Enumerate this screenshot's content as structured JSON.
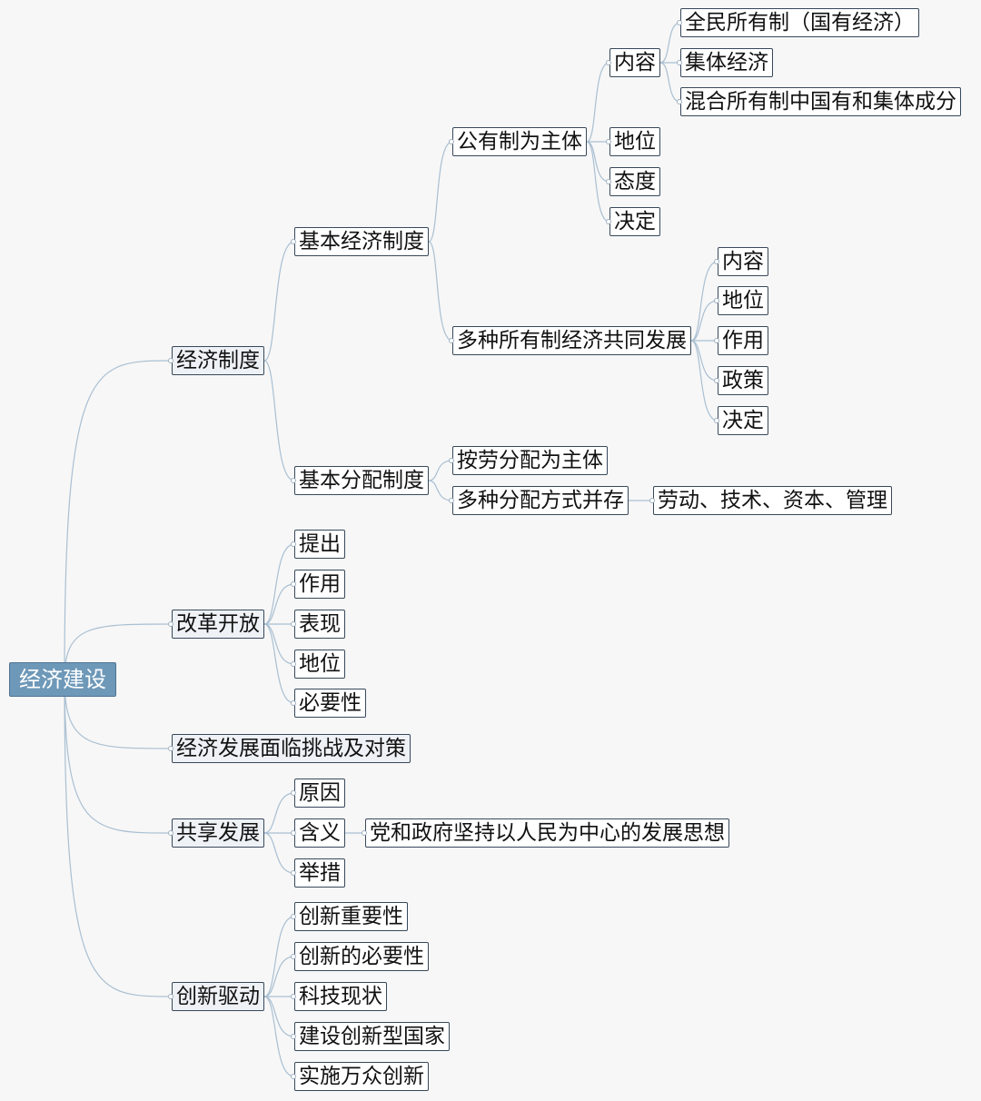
{
  "mindmap": {
    "root": {
      "label": "经济建设",
      "children": [
        {
          "label": "经济制度",
          "children": [
            {
              "label": "基本经济制度",
              "children": [
                {
                  "label": "公有制为主体",
                  "children": [
                    {
                      "label": "内容",
                      "children": [
                        {
                          "label": "全民所有制（国有经济）"
                        },
                        {
                          "label": "集体经济"
                        },
                        {
                          "label": "混合所有制中国有和集体成分"
                        }
                      ]
                    },
                    {
                      "label": "地位"
                    },
                    {
                      "label": "态度"
                    },
                    {
                      "label": "决定"
                    }
                  ]
                },
                {
                  "label": "多种所有制经济共同发展",
                  "children": [
                    {
                      "label": "内容"
                    },
                    {
                      "label": "地位"
                    },
                    {
                      "label": "作用"
                    },
                    {
                      "label": "政策"
                    },
                    {
                      "label": "决定"
                    }
                  ]
                }
              ]
            },
            {
              "label": "基本分配制度",
              "children": [
                {
                  "label": "按劳分配为主体"
                },
                {
                  "label": "多种分配方式并存",
                  "children": [
                    {
                      "label": "劳动、技术、资本、管理"
                    }
                  ]
                }
              ]
            }
          ]
        },
        {
          "label": "改革开放",
          "children": [
            {
              "label": "提出"
            },
            {
              "label": "作用"
            },
            {
              "label": "表现"
            },
            {
              "label": "地位"
            },
            {
              "label": "必要性"
            }
          ]
        },
        {
          "label": "经济发展面临挑战及对策"
        },
        {
          "label": "共享发展",
          "children": [
            {
              "label": "原因"
            },
            {
              "label": "含义",
              "children": [
                {
                  "label": "党和政府坚持以人民为中心的发展思想"
                }
              ]
            },
            {
              "label": "举措"
            }
          ]
        },
        {
          "label": "创新驱动",
          "children": [
            {
              "label": "创新重要性"
            },
            {
              "label": "创新的必要性"
            },
            {
              "label": "科技现状"
            },
            {
              "label": "建设创新型国家"
            },
            {
              "label": "实施万众创新"
            }
          ]
        }
      ]
    }
  }
}
